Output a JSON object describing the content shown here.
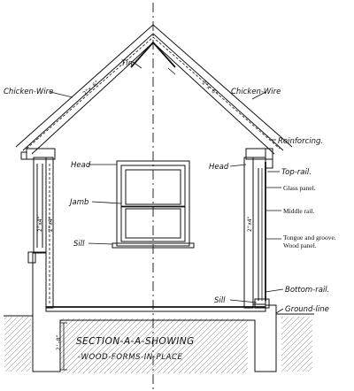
{
  "labels": {
    "tin": "Tin",
    "chicken_wire_left": "Chicken-Wire",
    "chicken_wire_right": "Chicken-Wire",
    "reinforcing": "Reinforcing.",
    "head_left": "Head",
    "head_right": "Head",
    "jamb": "Jamb",
    "sill_window": "Sill",
    "sill_base": "Sill",
    "top_rail": "Top-rail.",
    "glass_panel": "Glass panel.",
    "middle_rail": "Middle rail.",
    "tongue_groove_1": "Tongue and groove.",
    "tongue_groove_2": "Wood panel.",
    "bottom_rail": "Bottom-rail.",
    "ground_line": "Ground-line"
  },
  "caption": {
    "line1": "SECTION-A-A-SHOWING",
    "line2": "-WOOD-FORMS-IN-PLACE"
  },
  "dimensions": {
    "footing": "2'-0\"",
    "rafter_left": "2\"x 6\"",
    "rafter_right": "2\"x 6\"",
    "stud_left_a": "2\"x4\"",
    "stud_left_b": "2\"x4\"",
    "stud_right": "2\"x4\""
  }
}
